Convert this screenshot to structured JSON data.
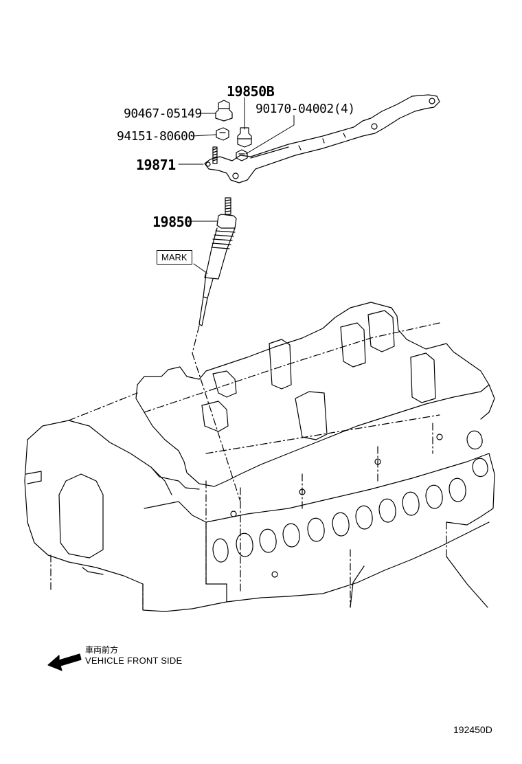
{
  "diagram": {
    "part_labels": {
      "p19850B": "19850B",
      "p90467": "90467-05149",
      "p90170": "90170-04002(4)",
      "p94151": "94151-80600",
      "p19871": "19871",
      "p19850": "19850"
    },
    "mark_label": "MARK",
    "legend": {
      "japanese": "車両前方",
      "english": "VEHICLE FRONT SIDE"
    },
    "diagram_code": "192450D"
  }
}
